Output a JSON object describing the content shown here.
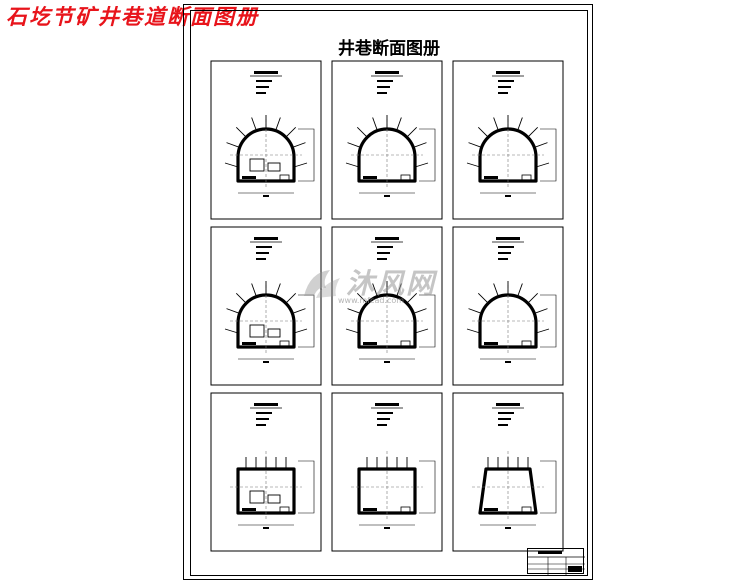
{
  "overlay_title": "石圪节矿井巷道断面图册",
  "sheet_title": "井巷断面图册",
  "watermark": {
    "text": "沐风网",
    "url": "www.mfcad.com"
  },
  "colors": {
    "overlay_title": "#e8141b",
    "lines": "#000000",
    "axis": "#777777"
  },
  "panels": [
    {
      "shape": "arch",
      "equipment": true,
      "pattern": "bolts"
    },
    {
      "shape": "arch",
      "equipment": false,
      "pattern": "bolts"
    },
    {
      "shape": "arch",
      "equipment": false,
      "pattern": "bolts"
    },
    {
      "shape": "arch",
      "equipment": true,
      "pattern": "bolts"
    },
    {
      "shape": "arch",
      "equipment": false,
      "pattern": "bolts"
    },
    {
      "shape": "arch",
      "equipment": false,
      "pattern": "bolts"
    },
    {
      "shape": "rect",
      "equipment": true,
      "pattern": "posts"
    },
    {
      "shape": "rect",
      "equipment": false,
      "pattern": "posts"
    },
    {
      "shape": "trapezoid",
      "equipment": false,
      "pattern": "posts"
    }
  ]
}
